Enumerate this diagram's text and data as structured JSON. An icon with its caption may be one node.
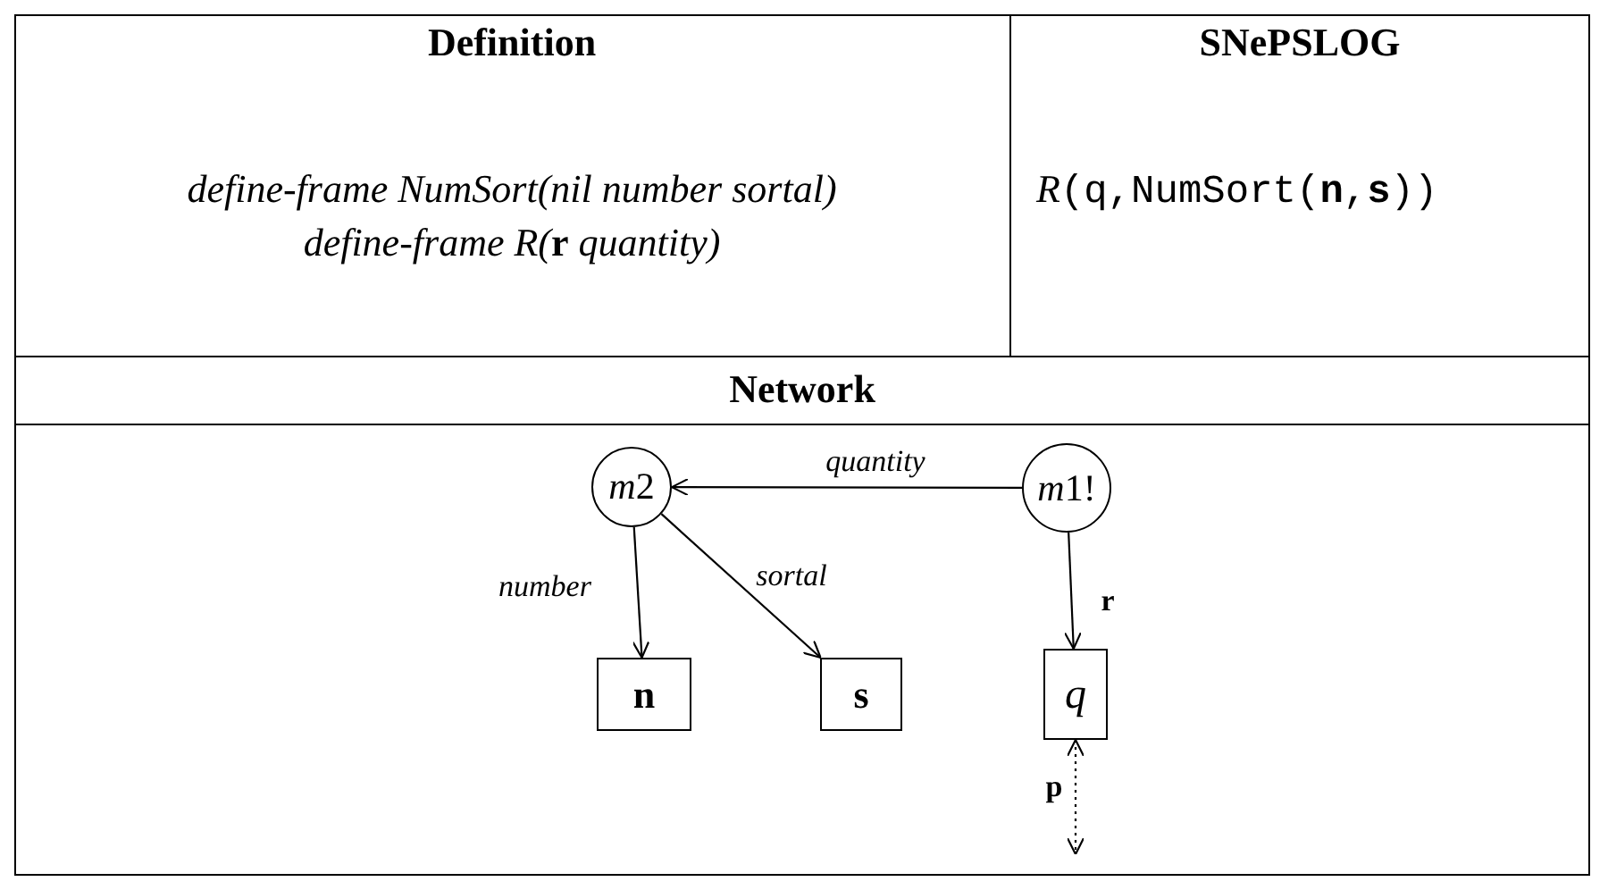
{
  "diagram": {
    "nodes": [
      {
        "text": [
          "m2"
        ]
      },
      {
        "text": [
          "m1!"
        ]
      },
      {
        "text": [
          "n"
        ]
      },
      {
        "text": [
          "s"
        ]
      },
      {
        "text": [
          "q"
        ]
      }
    ],
    "edges": [
      {
        "from": 1,
        "to": 0,
        "arrow": "to",
        "label": "quantity"
      },
      {
        "from": 0,
        "to": 2,
        "arrow": "to",
        "label": "number"
      },
      {
        "from": 0,
        "to": 3,
        "arrow": "to",
        "label": "sortal"
      },
      {
        "from": 1,
        "to": 4,
        "arrow": "to",
        "label": "r"
      },
      {
        "from": 4,
        "to": null,
        "arrow": "both",
        "label": "p",
        "style": "dashed"
      }
    ],
    "labels": [
      "Definition",
      "SNePSLOG",
      "define-frame NumSort(nil number sortal)",
      "define-frame R(**r** quantity)",
      "*R*(q,NumSort(**n**,**s**))",
      "Network"
    ]
  }
}
